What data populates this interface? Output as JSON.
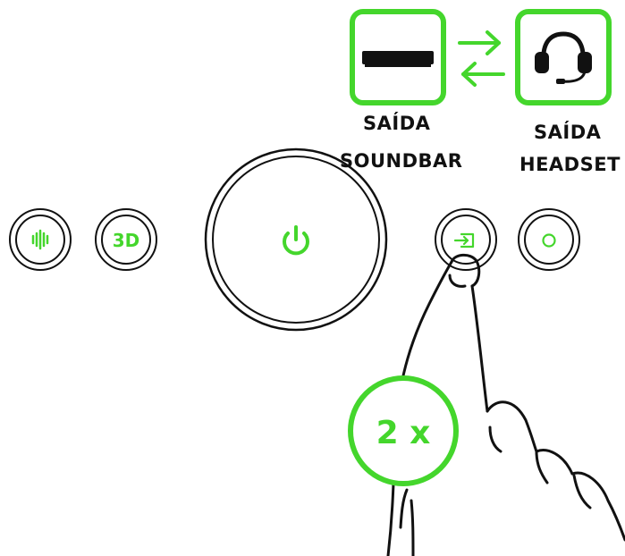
{
  "outputs": {
    "soundbar": {
      "line1": "SAÍDA",
      "line2": "SOUNDBAR",
      "icon": "soundbar-icon"
    },
    "headset": {
      "line1": "SAÍDA",
      "line2": "HEADSET",
      "icon": "headset-icon"
    },
    "switch_icon": "swap-arrows-icon"
  },
  "buttons": {
    "eq_icon": "equalizer-icon",
    "three_d_label": "3D",
    "power_icon": "power-icon",
    "input_icon": "input-source-icon",
    "circle_icon": "circle-icon"
  },
  "press_badge": {
    "label": "2 x"
  },
  "colors": {
    "accent_green": "#44d62c",
    "outline": "#111111",
    "background": "#ffffff"
  }
}
